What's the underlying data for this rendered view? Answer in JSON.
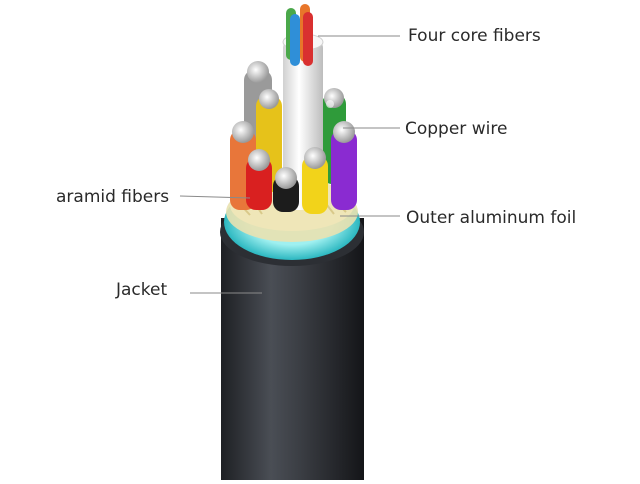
{
  "labels": {
    "four_core_fibers": "Four core fibers",
    "copper_wire": "Copper wire",
    "aramid_fibers": "aramid fibers",
    "outer_aluminum_foil": "Outer aluminum foil",
    "jacket": "Jacket"
  },
  "colors": {
    "jacket": "#3a3d42",
    "aluminum_foil": "#5fd6d6",
    "aramid": "#e8dca0",
    "copper_strand": "#c9c9c9",
    "tube": "#eeeeee",
    "leader_line": "#8a8a8a",
    "core_fibers": [
      "#2f8fd8",
      "#4aa84a",
      "#e8762a",
      "#d93030"
    ],
    "conductor_colors": [
      "#d92020",
      "#1c1c1c",
      "#f2d31a",
      "#8a2bd1",
      "#2f9b3a",
      "#9a9a9a",
      "#e8763a",
      "#e6c21a"
    ]
  }
}
